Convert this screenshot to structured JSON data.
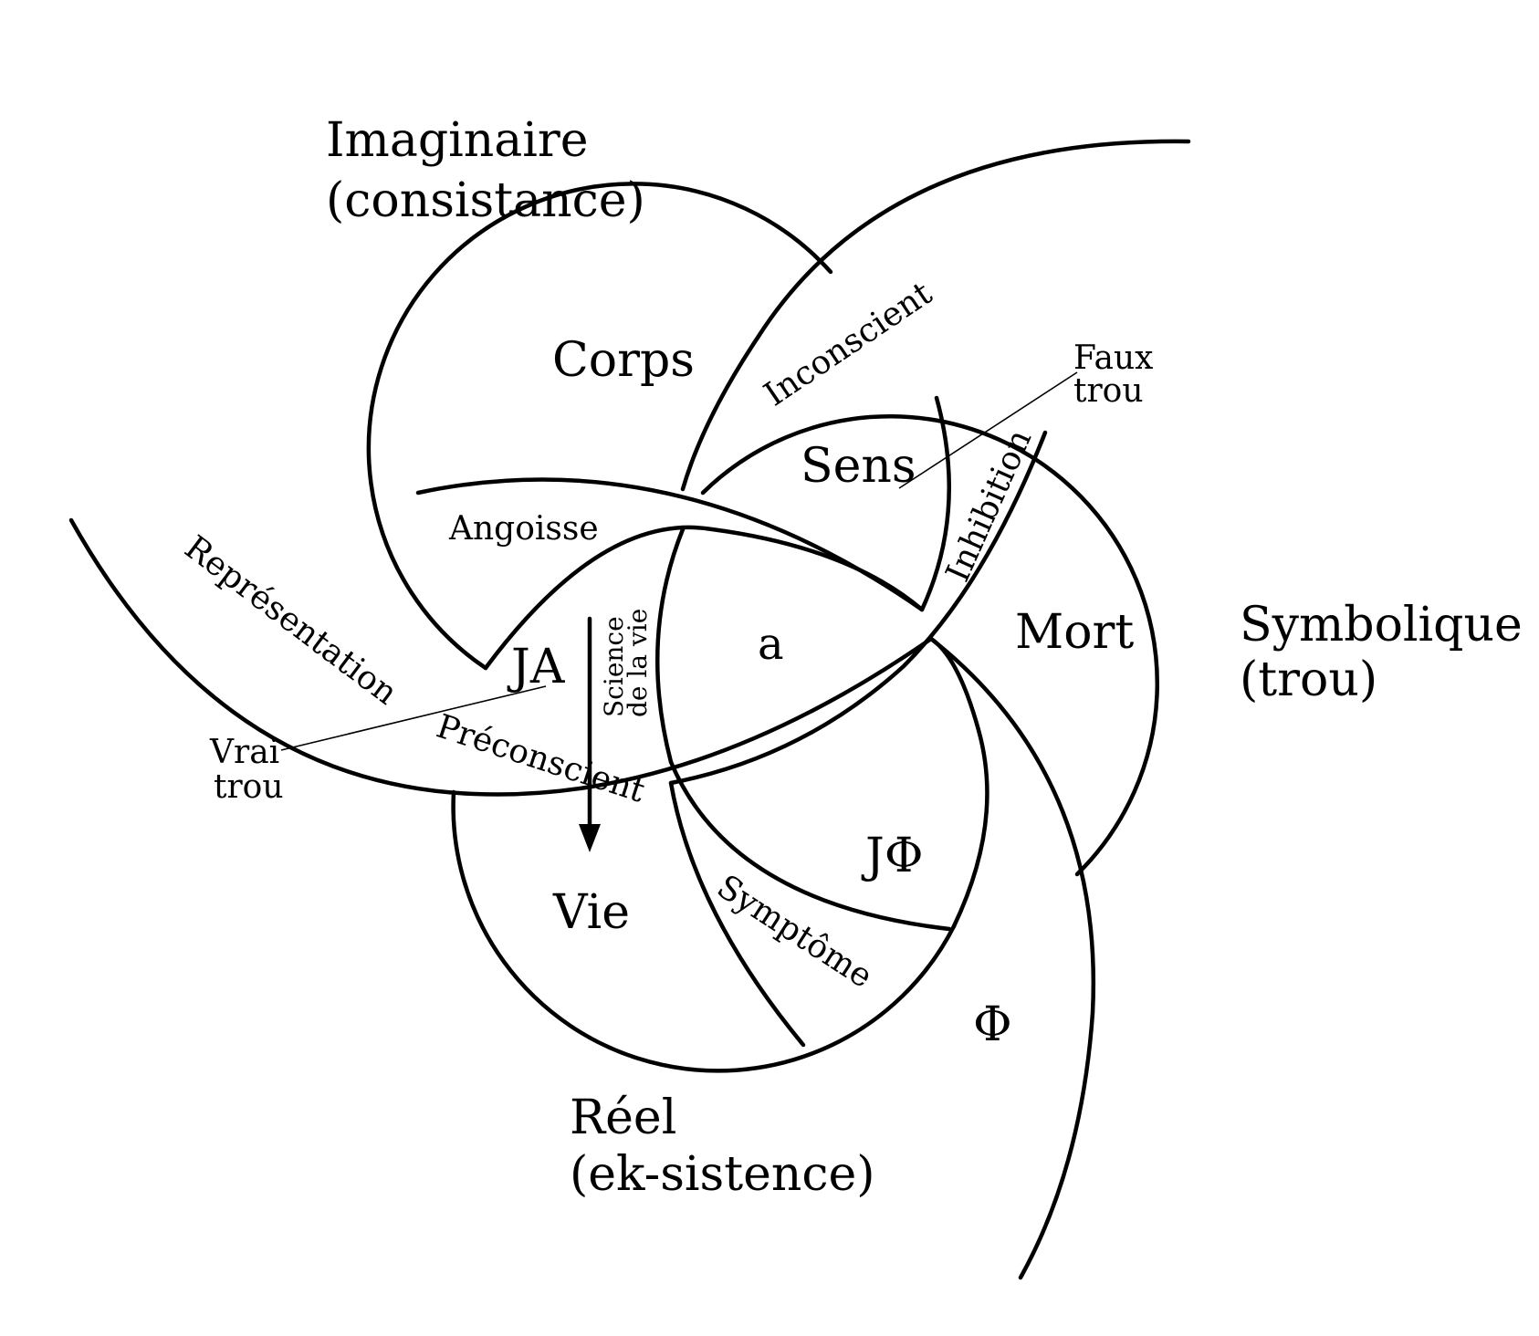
{
  "colors": {
    "ink": "#000000",
    "background": "#ffffff"
  },
  "registers": {
    "imaginaire": {
      "line1": "Imaginaire",
      "line2": "(consistance)"
    },
    "symbolique": {
      "line1": "Symbolique",
      "line2": "(trou)"
    },
    "reel": {
      "line1": "Réel",
      "line2": "(ek-sistence)"
    }
  },
  "regions": {
    "corps": "Corps",
    "sens": "Sens",
    "mort": "Mort",
    "vie": "Vie",
    "a": "a",
    "ja": "JA",
    "jphi": "JΦ",
    "phi": "Φ"
  },
  "bands": {
    "inconscient": "Inconscient",
    "angoisse": "Angoisse",
    "inhibition": "Inhibition",
    "representation": "Représentation",
    "preconscient": "Préconscient",
    "symptome": "Symptôme",
    "science_line1": "Science",
    "science_line2": "de la vie"
  },
  "annotations": {
    "faux_trou_line1": "Faux",
    "faux_trou_line2": "trou",
    "vrai_trou_line1": "Vrai",
    "vrai_trou_line2": "trou"
  }
}
